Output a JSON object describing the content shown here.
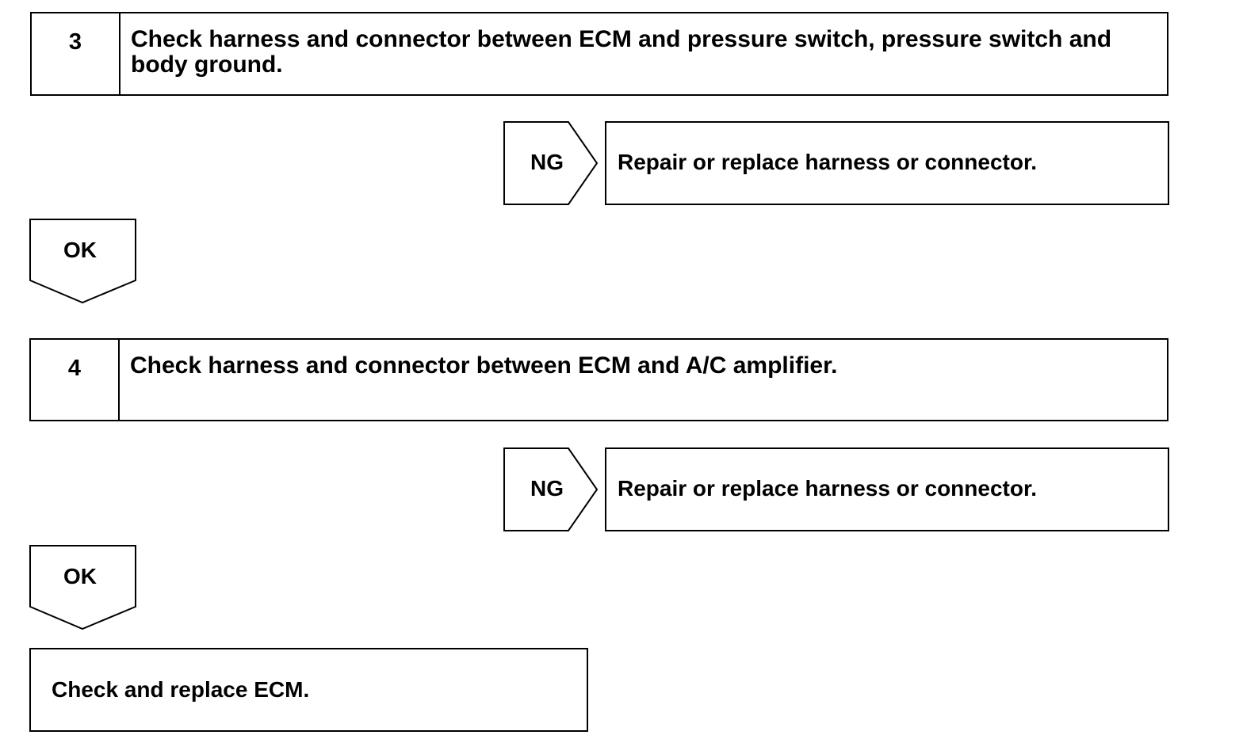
{
  "steps": [
    {
      "number": "3",
      "text": "Check harness and connector between ECM and pressure switch, pressure switch and body ground.",
      "ng_label": "NG",
      "ng_action": "Repair or replace harness or connector.",
      "ok_label": "OK"
    },
    {
      "number": "4",
      "text": "Check harness and connector between ECM and A/C amplifier.",
      "ng_label": "NG",
      "ng_action": "Repair or replace harness or connector.",
      "ok_label": "OK"
    }
  ],
  "final_action": "Check and replace ECM."
}
